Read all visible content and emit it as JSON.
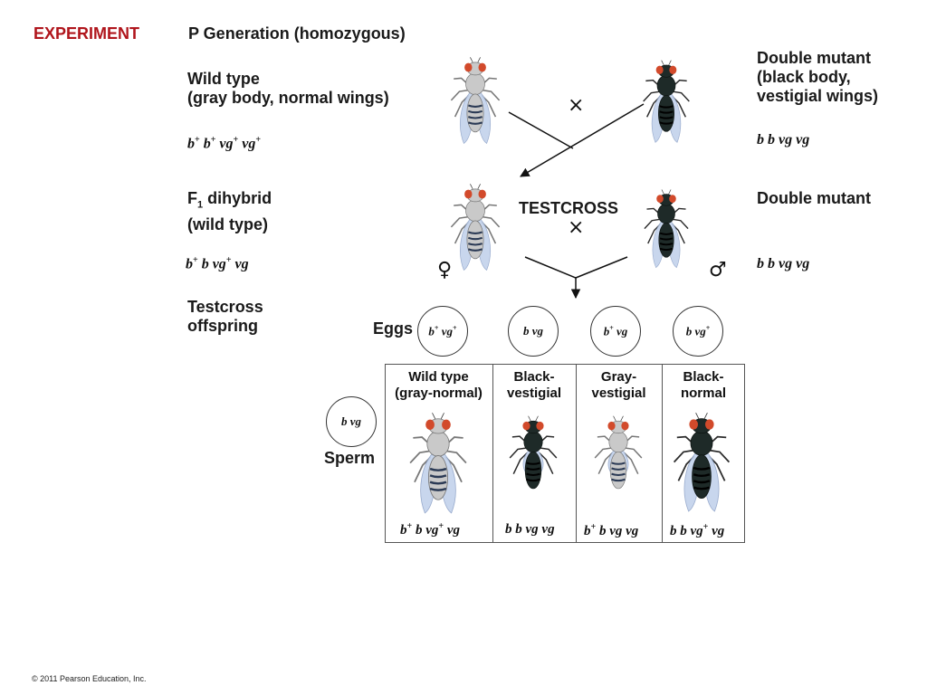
{
  "experiment_label": "EXPERIMENT",
  "p_generation": "P Generation (homozygous)",
  "wild_type": {
    "line1": "Wild type",
    "line2": "(gray body, normal wings)",
    "genotype": [
      "b",
      "+",
      " b",
      "+",
      " vg",
      "+",
      " vg",
      "+"
    ]
  },
  "double_mutant_p": {
    "line1": "Double mutant",
    "line2": "(black body,",
    "line3": "vestigial wings)",
    "genotype": "b b vg vg"
  },
  "cross_symbol": "×",
  "f1": {
    "label_f": "F",
    "label_sub": "1",
    "label_rest": " dihybrid",
    "line2": "(wild type)",
    "genotype": [
      "b",
      "+",
      " b vg",
      "+",
      " vg"
    ]
  },
  "testcross_label": "TESTCROSS",
  "double_mutant_f1": {
    "label": "Double mutant",
    "genotype": "b b vg vg"
  },
  "female_symbol": "♀",
  "male_symbol": "♂",
  "offspring": {
    "line1": "Testcross",
    "line2": "offspring"
  },
  "eggs_label": "Eggs",
  "eggs": [
    [
      "b",
      "+",
      " vg",
      "+"
    ],
    [
      "b vg"
    ],
    [
      "b",
      "+",
      " vg"
    ],
    [
      "b vg",
      "+"
    ]
  ],
  "sperm_label": "Sperm",
  "sperm_genotype": "b vg",
  "cells": [
    {
      "line1": "Wild type",
      "line2": "(gray-normal)",
      "genotype": [
        "b",
        "+",
        " b vg",
        "+",
        " vg"
      ]
    },
    {
      "line1": "Black-",
      "line2": "vestigial",
      "genotype": [
        "b b vg vg"
      ]
    },
    {
      "line1": "Gray-",
      "line2": "vestigial",
      "genotype": [
        "b",
        "+",
        " b vg vg"
      ]
    },
    {
      "line1": "Black-",
      "line2": "normal",
      "genotype": [
        "b b vg",
        "+",
        " vg"
      ]
    }
  ],
  "copyright": "© 2011 Pearson Education, Inc.",
  "colors": {
    "experiment_red": "#b0151c",
    "gray_body": "#c9c9c9",
    "black_body": "#1e2a28",
    "eye_red": "#d24a2b",
    "wing_blue": "#c3d2ec"
  }
}
